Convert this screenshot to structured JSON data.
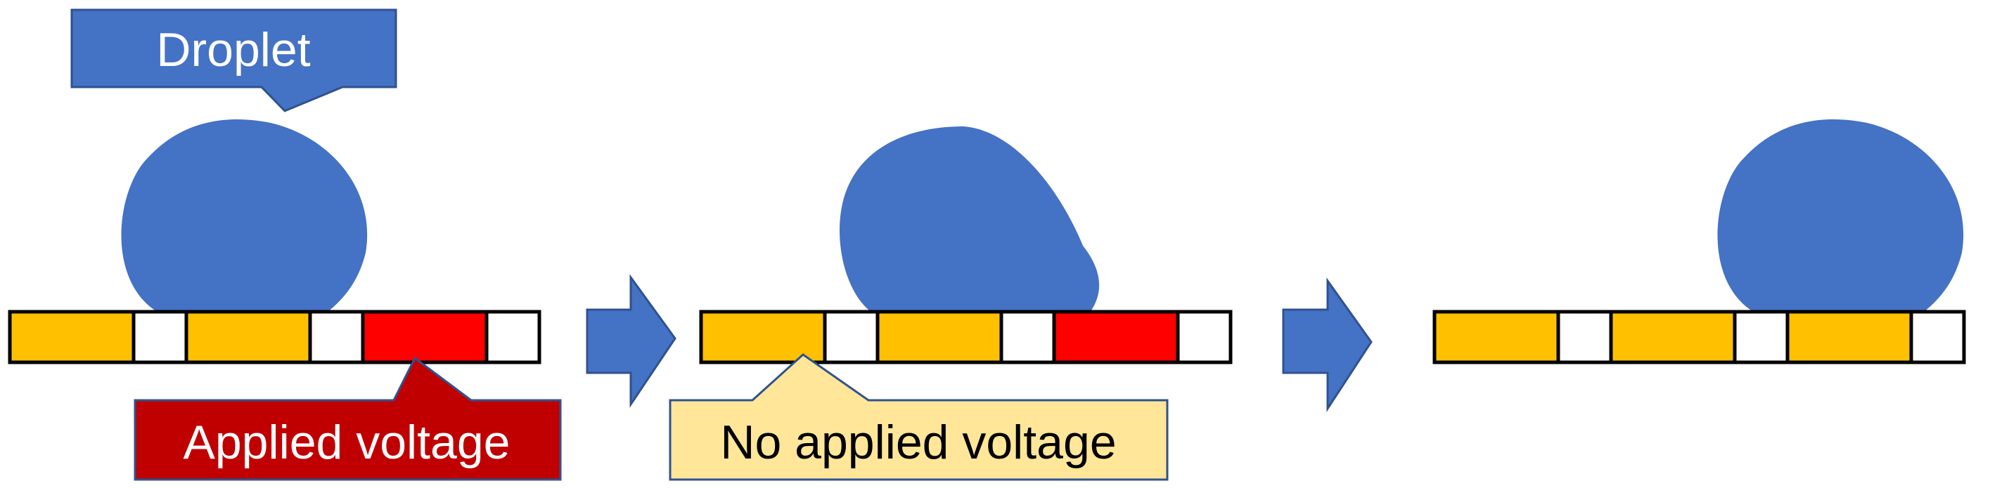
{
  "callouts": {
    "droplet": "Droplet",
    "applied_voltage": "Applied voltage",
    "no_applied_voltage": "No applied voltage"
  },
  "stages": [
    {
      "electrodes": [
        "inactive",
        "gap",
        "inactive",
        "gap",
        "active",
        "gap"
      ]
    },
    {
      "electrodes": [
        "inactive",
        "gap",
        "inactive",
        "gap",
        "active",
        "gap"
      ]
    },
    {
      "electrodes": [
        "inactive",
        "gap",
        "inactive",
        "gap",
        "inactive",
        "gap"
      ]
    }
  ],
  "colors": {
    "droplet": "#4472C4",
    "electrode_inactive": "#FFC000",
    "electrode_active": "#FF0000",
    "gap": "#FFFFFF",
    "outline": "#000000",
    "arrow": "#4472C4",
    "droplet_callout_bg": "#4472C4",
    "applied_callout_bg": "#C00000",
    "no_applied_callout_bg": "#FFE699"
  },
  "icons": {
    "arrow": "right-arrow-icon"
  }
}
